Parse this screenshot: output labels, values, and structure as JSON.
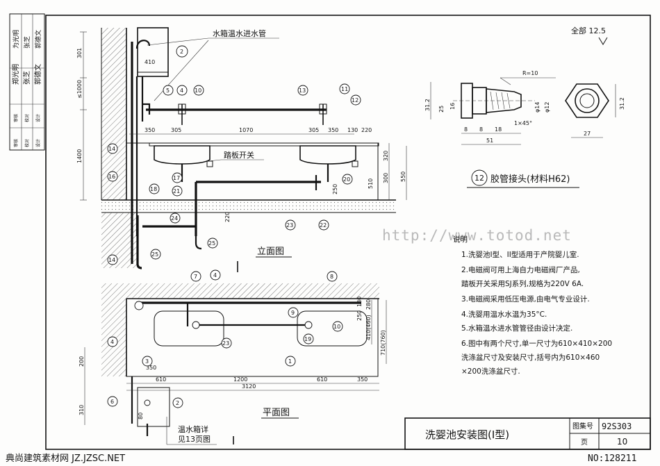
{
  "sidebar": {
    "name1": "郑光明",
    "name2": "张芝",
    "name3": "郭德文",
    "sign1": "为光明",
    "sign2": "张芝",
    "sign3": "郭德文",
    "role1": "审核",
    "role2": "校对",
    "role3": "设计",
    "role4": "审核",
    "role5": "校对",
    "role6": "设计"
  },
  "top_right": {
    "text": "全部 12.5"
  },
  "callouts": {
    "hot_water_pipe": "水箱温水进水管",
    "pedal_switch": "踏板开关",
    "hose_connector": "胶管接头(材料H62)",
    "warm_tank": "温水箱详",
    "warm_tank2": "见13页图"
  },
  "views": {
    "elevation": "立面图",
    "plan": "平面图"
  },
  "notes": {
    "title": "说明",
    "items": [
      "1.洗婴池I型、II型适用于产院婴儿室.",
      "2.电磁阀可用上海自力电磁阀厂产品,",
      "  踏板开关采用SJ系列,规格为220V 6A.",
      "3.电磁阀采用低压电源,由电气专业设计.",
      "4.洗婴用温水水温为35°C.",
      "5.水箱温水进水管管径由设计决定.",
      "6.图中有两个尺寸,单一尺寸为610×410×200",
      "  洗涤盆尺寸及安装尺寸,括号内为610×460",
      "  ×200洗涤盆尺寸."
    ]
  },
  "title_block": {
    "title": "洗婴池安装图(I型)",
    "atlas_label": "图集号",
    "atlas_value": "92S303",
    "page_label": "页",
    "page_value": "10"
  },
  "watermark": {
    "url": "http://www.totod.net"
  },
  "footer": {
    "left": "典尚建筑素材网 JZ.JZSC.NET",
    "right": "NO:128211"
  },
  "dims": {
    "d301": "301",
    "d1000": "≤1000",
    "d1400": "1400",
    "d410": "410",
    "d350a": "350",
    "d305a": "305",
    "d1070": "1070",
    "d305b": "305",
    "d350b": "350",
    "d130": "130",
    "d220a": "220",
    "d320": "320",
    "d300": "300",
    "d550": "550",
    "d510": "510",
    "d250": "250",
    "d220b": "220",
    "d200": "200",
    "d310": "310",
    "d80": "80",
    "d350c": "350",
    "d610a": "610",
    "d1200": "1200",
    "d610b": "610",
    "d350d": "350",
    "d3120": "3120",
    "d280": "280",
    "d250p": "250",
    "d410p": "410(460)",
    "d710": "710(760)",
    "d180": "180",
    "r10": "R=10",
    "d312a": "31.2",
    "d25": "25",
    "d16": "16",
    "d14": "φ14",
    "d12": "φ12",
    "d8a": "8",
    "d8b": "8",
    "d18a": "18",
    "d1x45": "1×45°",
    "d51": "51",
    "d312b": "31.2",
    "d27": "27"
  },
  "item_numbers": {
    "n2a": "2",
    "n5": "5",
    "n4a": "4",
    "n10a": "10",
    "n13": "13",
    "n11": "11",
    "n12a": "12",
    "n14a": "14",
    "n16": "16",
    "n18": "18",
    "n17": "17",
    "n21": "21",
    "n20": "20",
    "n24": "24",
    "n25a": "25",
    "n23a": "23",
    "n22": "22",
    "n25b": "25",
    "n14b": "14",
    "n7": "7",
    "n4b": "4",
    "n8": "8",
    "n9": "9",
    "n10b": "10",
    "n19": "19",
    "n23b": "23",
    "n1": "1",
    "n4c": "4",
    "n6": "6",
    "n2b": "2",
    "n3": "3",
    "n12b": "12"
  }
}
